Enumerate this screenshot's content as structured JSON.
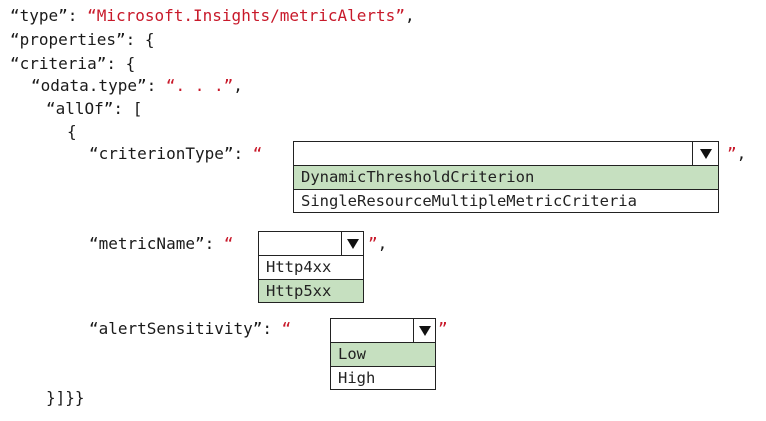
{
  "code": {
    "line1_key": "“type”: ",
    "line1_value": "“Microsoft.Insights/metricAlerts”",
    "line1_end": ",",
    "line2": "“properties”: {",
    "line3": "“criteria”: {",
    "line4_key": "“odata.type”: ",
    "line4_value": "“. . .”",
    "line4_end": ",",
    "line5": "“allOf”: [",
    "line6": "{",
    "criterion_key": "“criterionType”: ",
    "metric_key": "“metricName”: ",
    "sensitivity_key": "“alertSensitivity”: ",
    "open_quote": "“",
    "close_quote_comma": "”,",
    "close_quote": "”",
    "closing": "}]}}"
  },
  "dropdowns": {
    "criterion_type": {
      "selected": "",
      "options": [
        "DynamicThresholdCriterion",
        "SingleResourceMultipleMetricCriteria"
      ],
      "highlighted": "DynamicThresholdCriterion"
    },
    "metric_name": {
      "selected": "",
      "options": [
        "Http4xx",
        "Http5xx"
      ],
      "highlighted": "Http5xx"
    },
    "alert_sensitivity": {
      "selected": "",
      "options": [
        "Low",
        "High"
      ],
      "highlighted": "Low"
    }
  },
  "colors": {
    "string_red": "#c8192a",
    "highlight_green": "#c6e0c0"
  },
  "icons": {
    "dropdown_arrow": "triangle-down-icon"
  }
}
